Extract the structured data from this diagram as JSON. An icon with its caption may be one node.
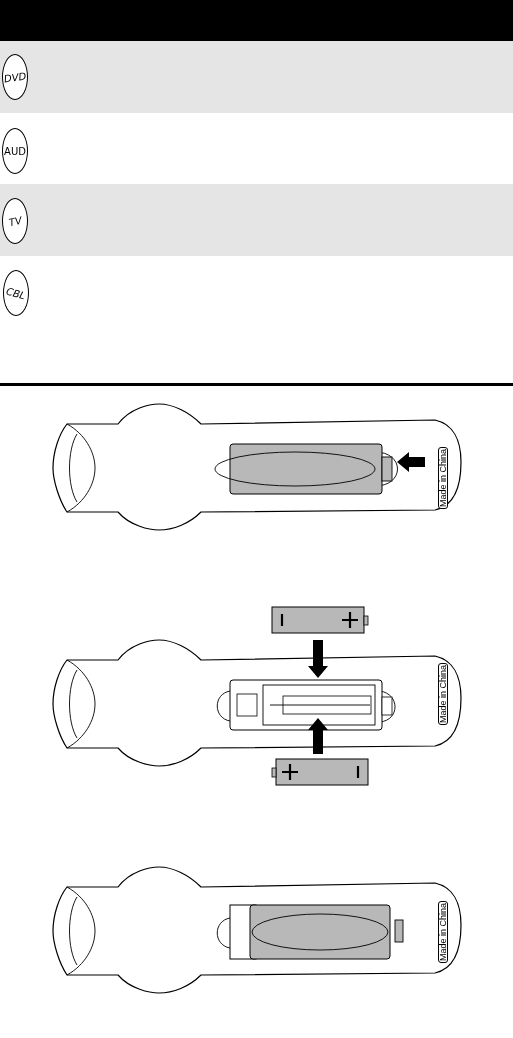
{
  "diagram": {
    "nodes": [
      {
        "text": [
          "DVD"
        ]
      },
      {
        "text": [
          "AUD"
        ]
      },
      {
        "text": [
          "TV"
        ]
      },
      {
        "text": [
          "CBL"
        ]
      },
      {
        "text": [
          "Made in China"
        ]
      },
      {
        "text": [
          "Made in China"
        ]
      },
      {
        "text": [
          "Made in China"
        ]
      }
    ]
  }
}
